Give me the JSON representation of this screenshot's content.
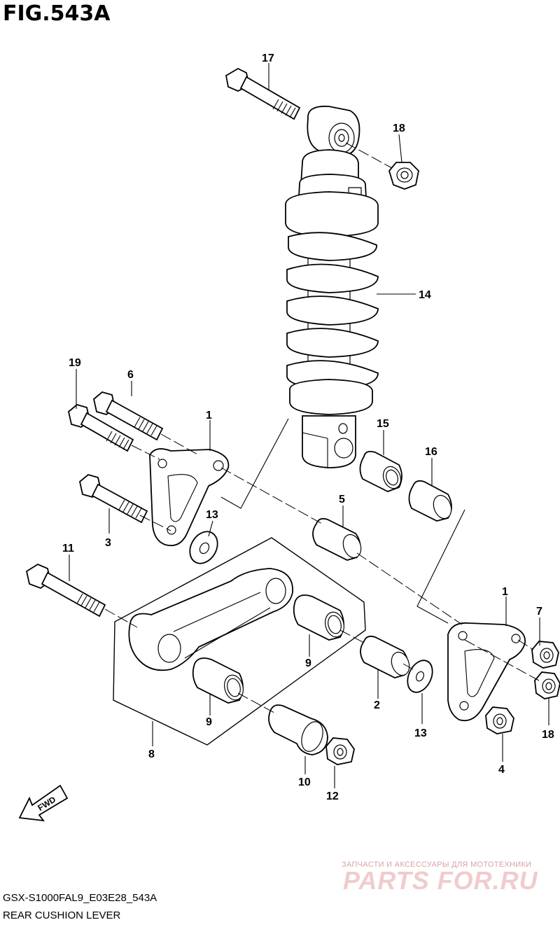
{
  "figure": {
    "title": "FIG.543A"
  },
  "footer": {
    "model_code": "GSX-S1000FAL9_E03E28_543A",
    "name": "REAR CUSHION LEVER"
  },
  "watermark": {
    "tagline": "ЗАПЧАСТИ И АКСЕССУАРЫ ДЛЯ МОТОТЕХНИКИ",
    "brand": "PARTS FOR.RU"
  },
  "fwd_label": "FWD",
  "callouts": {
    "c17": "17",
    "c18a": "18",
    "c14": "14",
    "c19": "19",
    "c6": "6",
    "c1a": "1",
    "c15": "15",
    "c16": "16",
    "c5": "5",
    "c13a": "13",
    "c3": "3",
    "c11": "11",
    "c1b": "1",
    "c7": "7",
    "c9a": "9",
    "c9b": "9",
    "c2": "2",
    "c13b": "13",
    "c18b": "18",
    "c8": "8",
    "c10": "10",
    "c12": "12",
    "c4": "4"
  }
}
